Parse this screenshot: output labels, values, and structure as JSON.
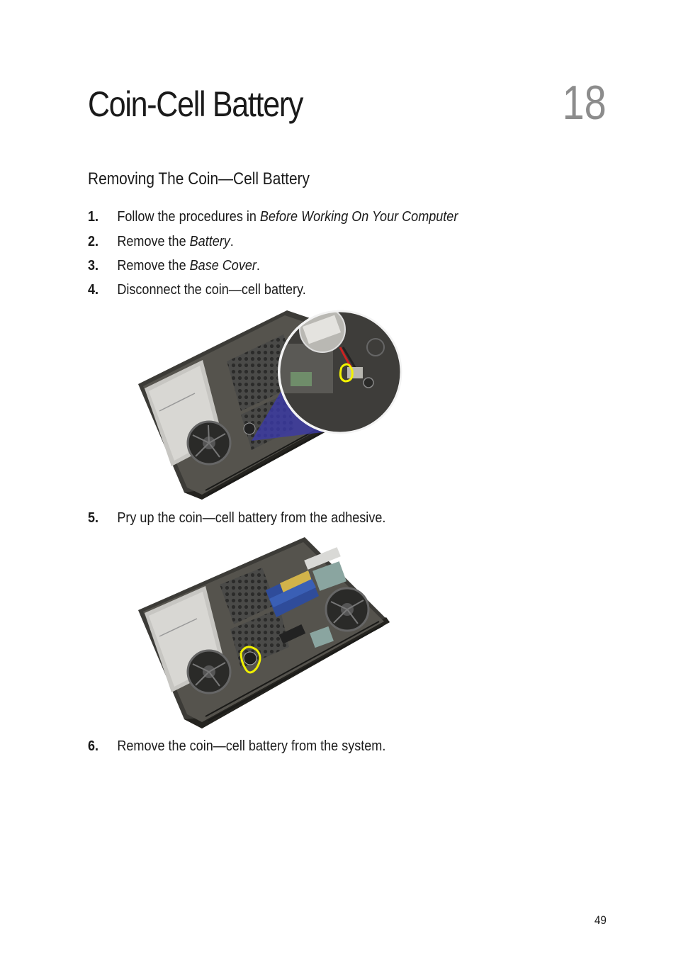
{
  "chapter": {
    "title": "Coin-Cell Battery",
    "number": "18"
  },
  "section": {
    "heading": "Removing The Coin—Cell Battery"
  },
  "steps": [
    {
      "num": "1.",
      "pre": "Follow the procedures in ",
      "em": "Before Working On Your Computer",
      "post": ""
    },
    {
      "num": "2.",
      "pre": "Remove the ",
      "em": "Battery",
      "post": "."
    },
    {
      "num": "3.",
      "pre": "Remove the ",
      "em": "Base Cover",
      "post": "."
    },
    {
      "num": "4.",
      "pre": "Disconnect the coin—cell battery.",
      "em": "",
      "post": ""
    },
    {
      "num": "5.",
      "pre": "Pry up the coin—cell battery from the adhesive.",
      "em": "",
      "post": ""
    },
    {
      "num": "6.",
      "pre": "Remove the coin—cell battery from the system.",
      "em": "",
      "post": ""
    }
  ],
  "page_number": "49"
}
